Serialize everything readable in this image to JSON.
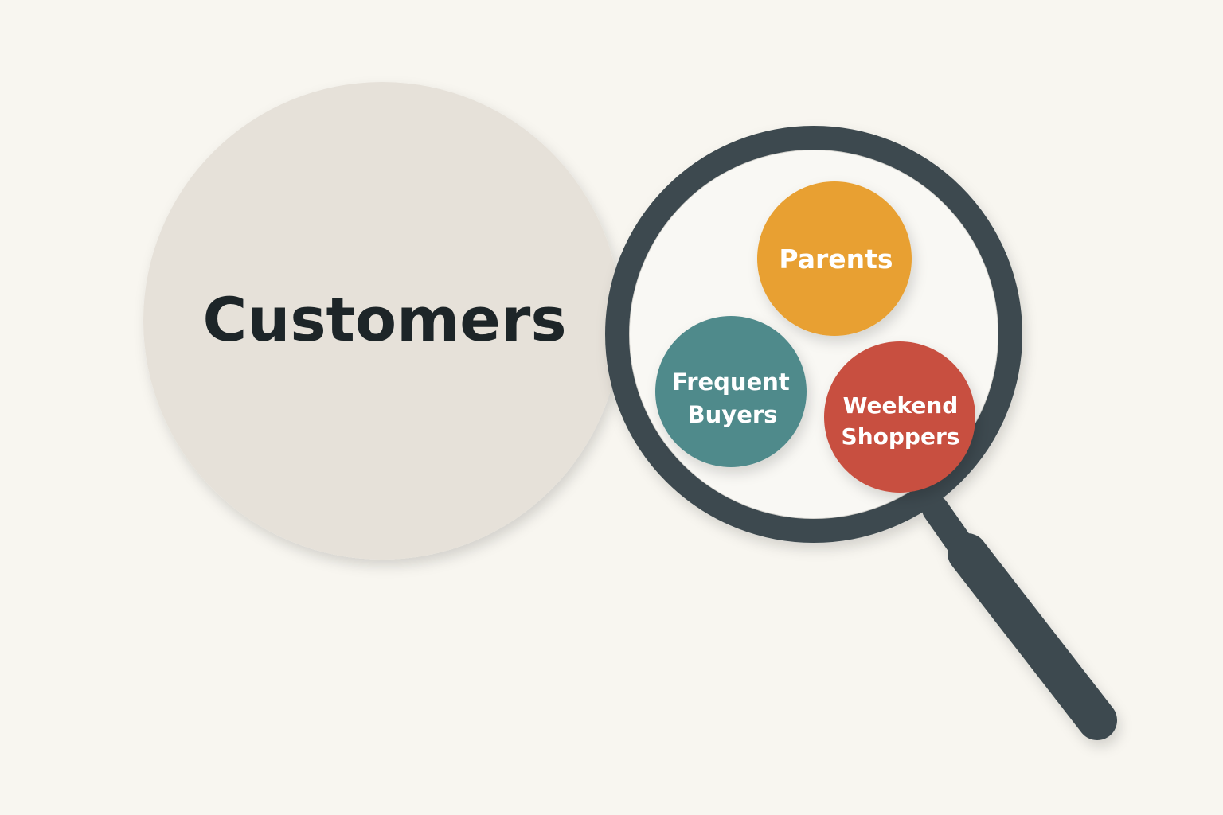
{
  "main_circle": {
    "label": "Customers",
    "color": "#e6e1d9",
    "text_color": "#1d2528"
  },
  "magnifier": {
    "icon": "magnifying-glass-icon",
    "color": "#3d4a4f"
  },
  "segments": [
    {
      "label_lines": [
        "Parents"
      ],
      "color": "#e8a030"
    },
    {
      "label_lines": [
        "Frequent",
        "Buyers"
      ],
      "color": "#4f8a8b"
    },
    {
      "label_lines": [
        "Weekend",
        "Shoppers"
      ],
      "color": "#c8503f"
    }
  ]
}
